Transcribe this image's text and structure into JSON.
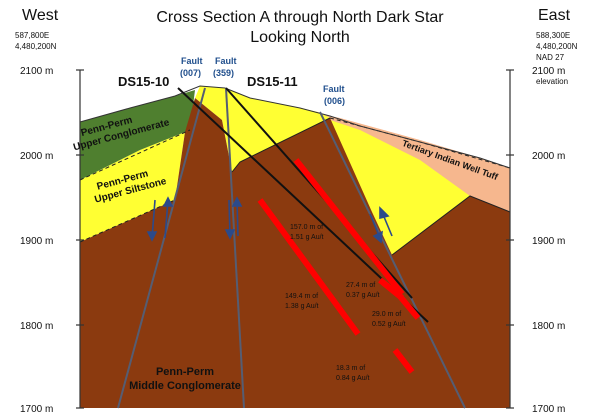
{
  "title_line1": "Cross Section A through North Dark Star",
  "title_line2": "Looking North",
  "west": {
    "label": "West",
    "easting": "587,800E",
    "northing": "4,480,200N"
  },
  "east": {
    "label": "East",
    "easting": "588,300E",
    "northing": "4,480,200N",
    "datum": "NAD 27"
  },
  "elevation_word": "elevation",
  "elevations_left": [
    "2100 m",
    "2000 m",
    "1900 m",
    "1800 m",
    "1700 m"
  ],
  "elevations_right": [
    "2100 m",
    "2000 m",
    "1900 m",
    "1800 m",
    "1700 m"
  ],
  "drillholes": [
    "DS15-10",
    "DS15-11"
  ],
  "faults": [
    {
      "label": "Fault",
      "id": "(007)"
    },
    {
      "label": "Fault",
      "id": "(359)"
    },
    {
      "label": "Fault",
      "id": "(006)"
    }
  ],
  "units": {
    "upper_conglomerate": [
      "Penn-Perm",
      "Upper Conglomerate"
    ],
    "upper_siltstone": [
      "Penn-Perm",
      "Upper Siltstone"
    ],
    "tuff": "Tertiary Indian Well Tuff",
    "middle_conglomerate": [
      "Penn-Perm",
      "Middle Conglomerate"
    ]
  },
  "intercepts": [
    {
      "length": "157.0 m of",
      "grade": "1.51 g Au/t"
    },
    {
      "length": "149.4 m of",
      "grade": "1.38 g Au/t"
    },
    {
      "length": "27.4 m of",
      "grade": "0.37 g Au/t"
    },
    {
      "length": "29.0 m of",
      "grade": "0.52 g Au/t"
    },
    {
      "length": "18.3 m of",
      "grade": "0.84 g Au/t"
    }
  ],
  "colors": {
    "middle_conglomerate": "#8b3a0f",
    "upper_conglomerate": "#4f7f2f",
    "upper_siltstone": "#ffff33",
    "tuff": "#f6b78e",
    "mineralized_zone": "#ff0000",
    "fault_label": "#1f4e8c"
  }
}
